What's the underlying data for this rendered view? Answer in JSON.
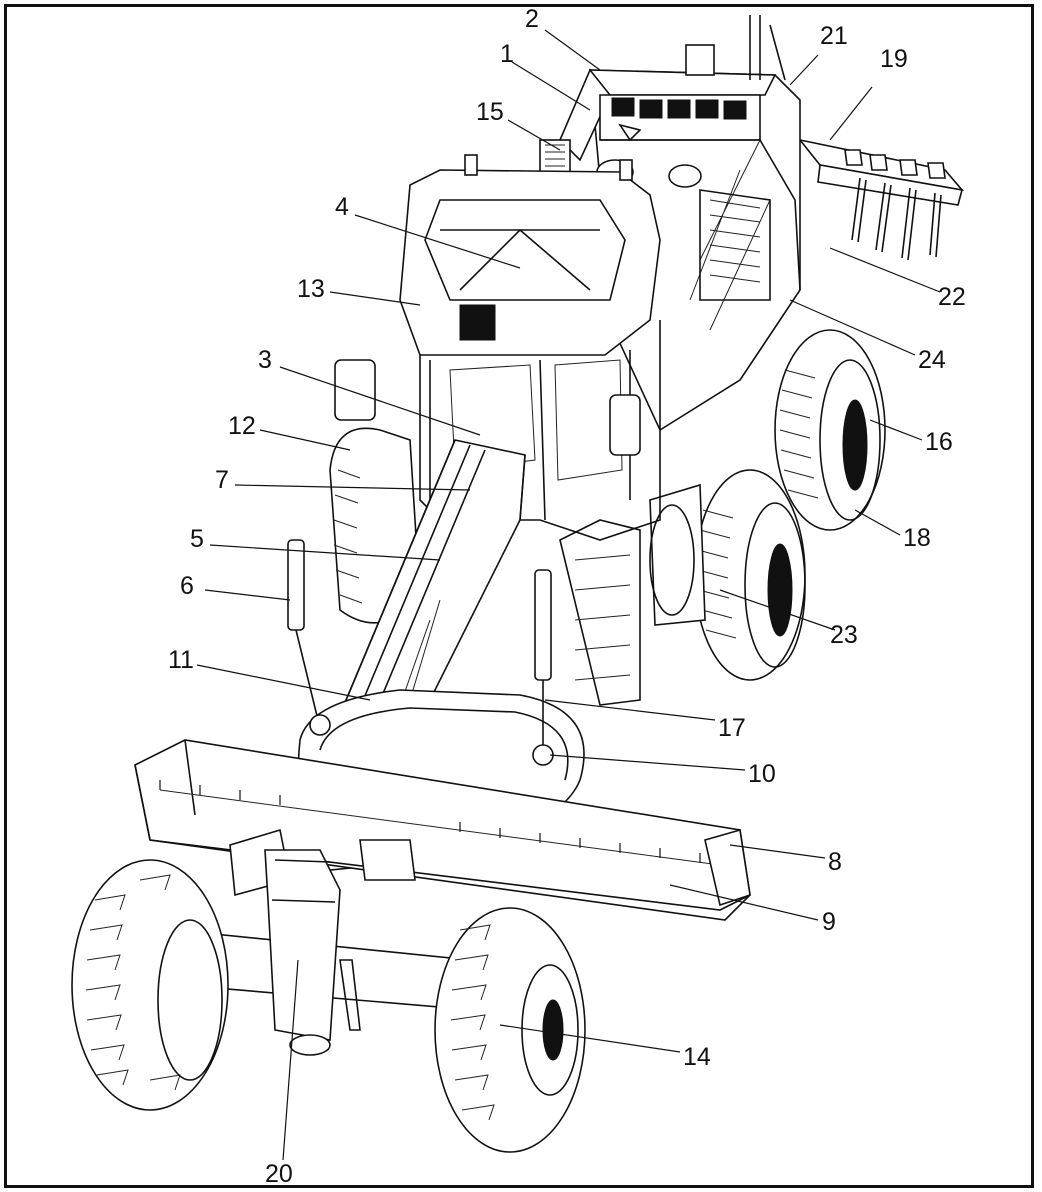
{
  "diagram": {
    "labels": [
      "1",
      "2",
      "3",
      "4",
      "5",
      "6",
      "7",
      "8",
      "9",
      "10",
      "11",
      "12",
      "13",
      "14",
      "15",
      "16",
      "17",
      "18",
      "19",
      "20",
      "21",
      "22",
      "23",
      "24"
    ]
  }
}
